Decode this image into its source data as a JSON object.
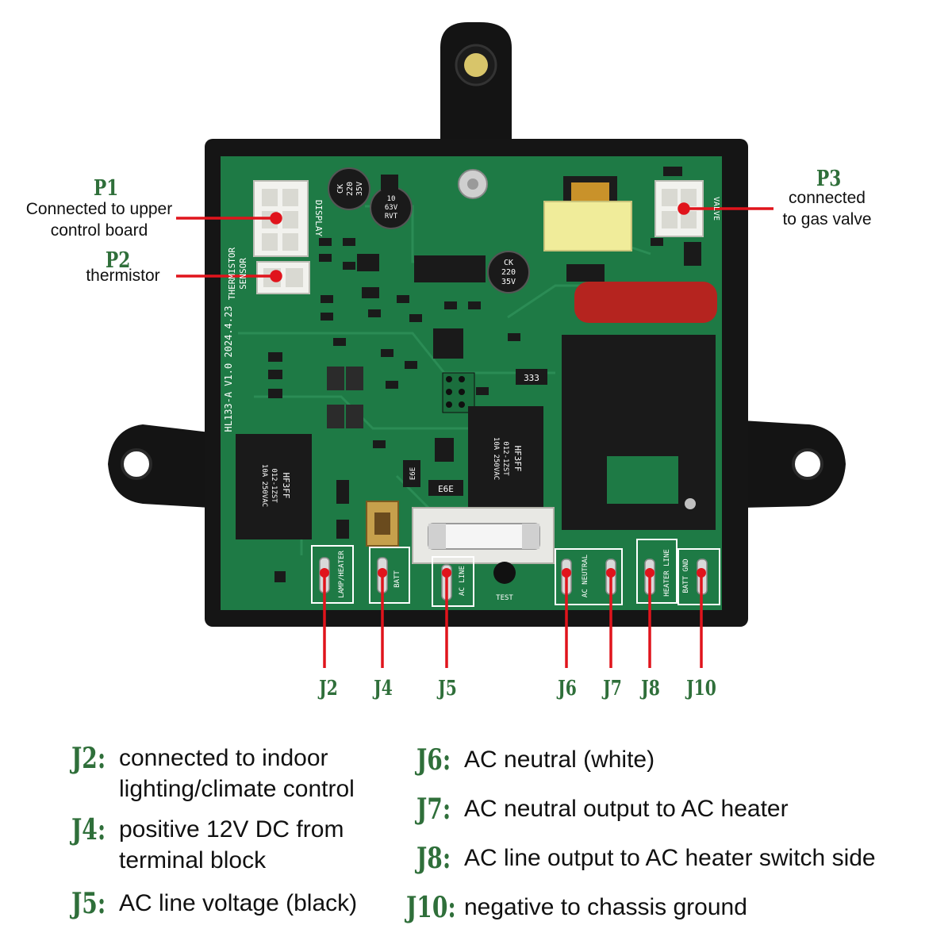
{
  "callouts": {
    "p1": {
      "code": "P1",
      "desc": [
        "Connected to upper",
        "control board"
      ]
    },
    "p2": {
      "code": "P2",
      "desc": [
        "thermistor"
      ]
    },
    "p3": {
      "code": "P3",
      "desc": [
        "connected",
        "to gas valve"
      ]
    }
  },
  "terminals": [
    "J2",
    "J4",
    "J5",
    "J6",
    "J7",
    "J8",
    "J10"
  ],
  "legend_left": [
    {
      "key": "J2",
      "sep": ":",
      "desc": [
        "connected to indoor",
        "lighting/climate control"
      ]
    },
    {
      "key": "J4",
      "sep": ":",
      "desc": [
        "positive 12V DC from",
        "terminal block"
      ]
    },
    {
      "key": "J5",
      "sep": ":",
      "desc": [
        "AC line voltage (black)"
      ]
    }
  ],
  "legend_right": [
    {
      "key": "J6",
      "sep": ":",
      "desc": [
        "AC neutral (white)"
      ]
    },
    {
      "key": "J7",
      "sep": ":",
      "desc": [
        "AC neutral output to AC heater"
      ]
    },
    {
      "key": "J8",
      "sep": ":",
      "desc": [
        "AC line output to AC heater switch side"
      ]
    },
    {
      "key": "J10",
      "sep": ":",
      "desc": [
        "negative to chassis ground"
      ]
    }
  ],
  "board_print": {
    "display": "DISPLAY",
    "thermistor": "THERMISTOR",
    "sensor": "SENSOR",
    "model": "HL133-A V1.0  2024.4.23",
    "valve": "VALVE",
    "cap1": [
      "CK",
      "220",
      "35V"
    ],
    "cap2": [
      "10",
      "63V",
      "RVT"
    ],
    "cap3": [
      "CK",
      "220",
      "35V"
    ],
    "relay1": [
      "HF3FF",
      "012-1ZST",
      "10A 250VAC"
    ],
    "relay2": [
      "HF3FF",
      "012-1ZST",
      "10A 250VAC"
    ],
    "res1": "333",
    "res2": "E6E",
    "res3": "E6E",
    "term_lamp": "LAMP/HEATER",
    "term_batt": "BATT",
    "term_acline": "AC LINE",
    "term_test": "TEST",
    "term_acneutral": "AC NEUTRAL",
    "term_heaterline": "HEATER LINE",
    "term_battgnd": "BATT GND"
  },
  "colors": {
    "board": "#1e7a45",
    "housing": "#151515",
    "pointer": "#e0141c",
    "label_green": "#2f6f3a",
    "relay": "#1a1a1a",
    "capacitor_red": "#b5241f"
  }
}
